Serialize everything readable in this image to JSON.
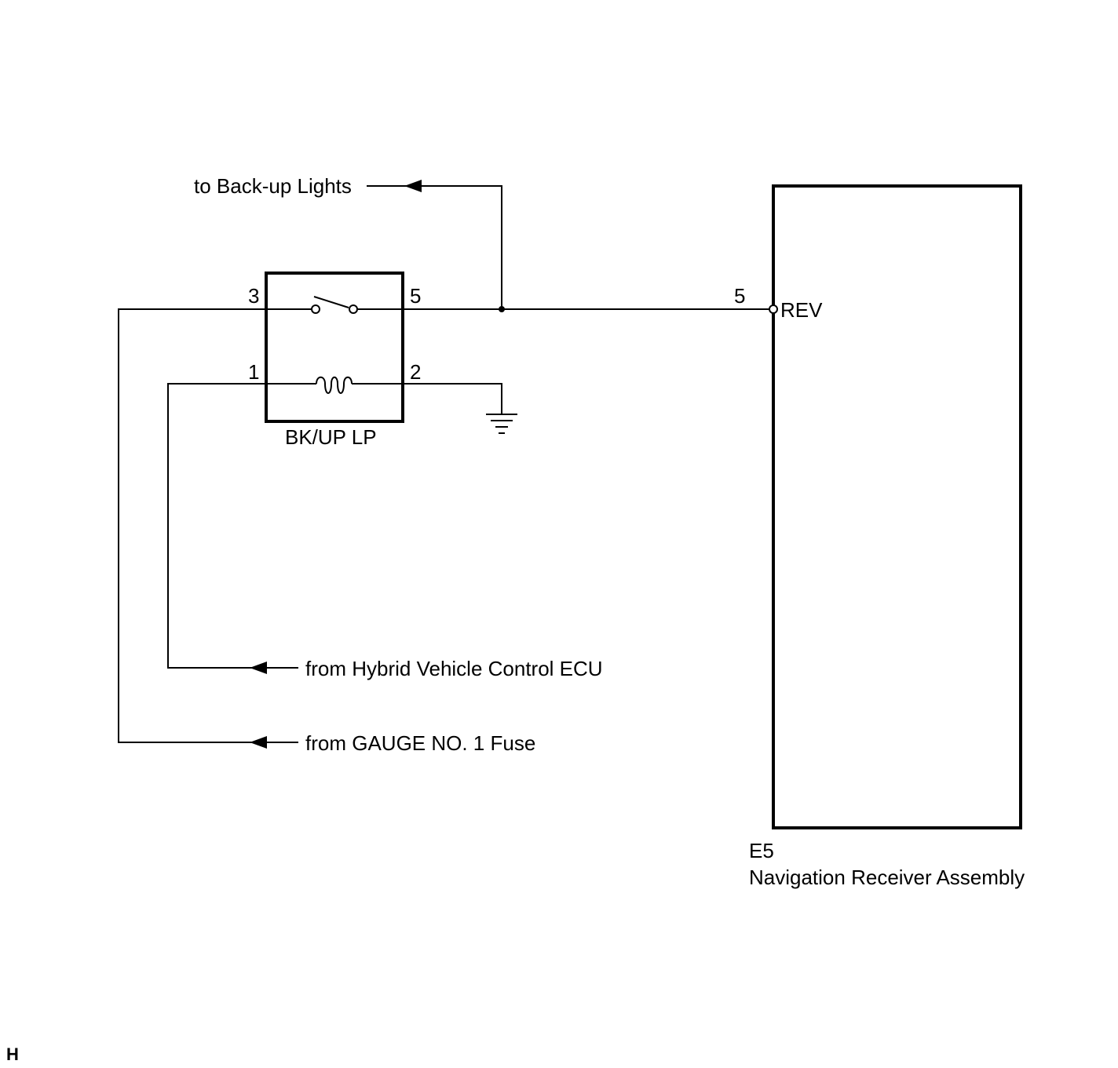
{
  "relay": {
    "name": "BK/UP LP",
    "pins": {
      "switch_in": "3",
      "switch_out": "5",
      "coil_in": "1",
      "coil_out": "2"
    }
  },
  "receiver": {
    "connector": "E5",
    "name": "Navigation Receiver Assembly",
    "pin_number": "5",
    "pin_name": "REV"
  },
  "signals": {
    "to_backup_lights": "to Back-up Lights",
    "from_hv_ecu": "from Hybrid Vehicle Control ECU",
    "from_gauge_fuse": "from GAUGE NO. 1 Fuse"
  },
  "corner_mark": "H"
}
